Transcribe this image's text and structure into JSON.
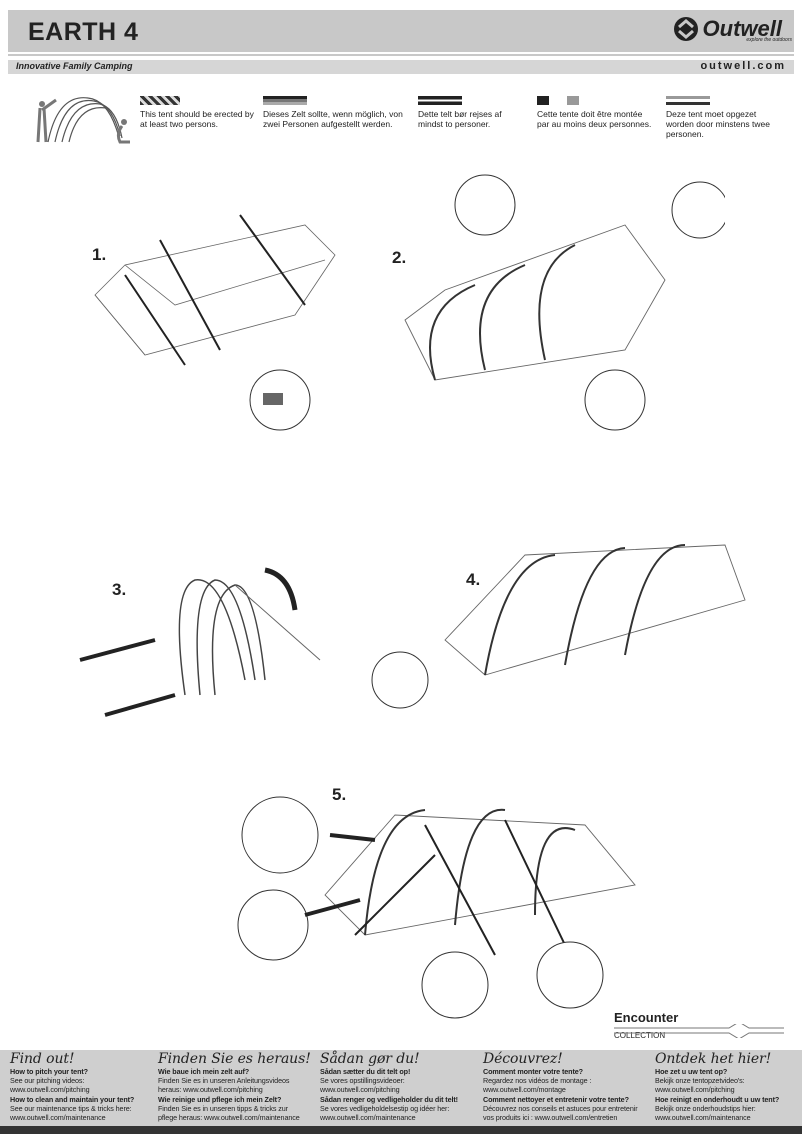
{
  "header": {
    "title": "EARTH 4",
    "brand": "Outwell",
    "brand_tagline": "explore the outdoors",
    "tagline": "Innovative Family Camping",
    "website": "outwell.com"
  },
  "languages": [
    {
      "flag": "UK",
      "text": "This tent should be erected by at least two persons."
    },
    {
      "flag": "DE",
      "text": "Dieses Zelt sollte, wenn möglich, von zwei Personen aufgestellt werden."
    },
    {
      "flag": "DK",
      "text": "Dette telt bør rejses af mindst to personer."
    },
    {
      "flag": "FR",
      "text": "Cette tente doit être montée par au moins deux personnes."
    },
    {
      "flag": "NL",
      "text": "Deze tent moet opgezet worden door minstens twee personen."
    }
  ],
  "steps": [
    "1.",
    "2.",
    "3.",
    "4.",
    "5."
  ],
  "collection": {
    "name": "Encounter",
    "label": "COLLECTION"
  },
  "footer": [
    {
      "heading": "Find out!",
      "q1": "How to pitch your tent?",
      "a1": "See our pitching videos:",
      "u1": "www.outwell.com/pitching",
      "q2": "How to clean and maintain your tent?",
      "a2": "See our maintenance tips & tricks here:",
      "u2": "www.outwell.com/maintenance"
    },
    {
      "heading": "Finden Sie es heraus!",
      "q1": "Wie baue ich mein zelt auf?",
      "a1": "Finden Sie es in unseren Anleitungsvideos",
      "u1": "heraus: www.outwell.com/pitching",
      "q2": "Wie reinige und pflege ich mein Zelt?",
      "a2": "Finden Sie es in unseren tipps & tricks zur",
      "u2": "pflege heraus: www.outwell.com/maintenance"
    },
    {
      "heading": "Sådan gør du!",
      "q1": "Sådan sætter du dit telt op!",
      "a1": "Se vores opstillingsvideoer:",
      "u1": "www.outwell.com/pitching",
      "q2": "Sådan renger og vedligeholder du dit telt!",
      "a2": "Se vores vedligeholdelsestip og idéer her:",
      "u2": "www.outwell.com/maintenance"
    },
    {
      "heading": "Découvrez!",
      "q1": "Comment monter votre tente?",
      "a1": "Regardez nos vidéos de montage :",
      "u1": "www.outwell.com/montage",
      "q2": "Comment nettoyer et entretenir votre tente?",
      "a2": "Découvrez nos conseils et astuces pour entretenir",
      "u2": "vos produits ici : www.outwell.com/entretien"
    },
    {
      "heading": "Ontdek het hier!",
      "q1": "Hoe zet u uw tent op?",
      "a1": "Bekijk onze tentopzetvideo's:",
      "u1": "www.outwell.com/pitching",
      "q2": "Hoe reinigt en onderhoudt u uw tent?",
      "a2": "Bekijk onze onderhoudstips hier:",
      "u2": "www.outwell.com/maintenance"
    }
  ]
}
